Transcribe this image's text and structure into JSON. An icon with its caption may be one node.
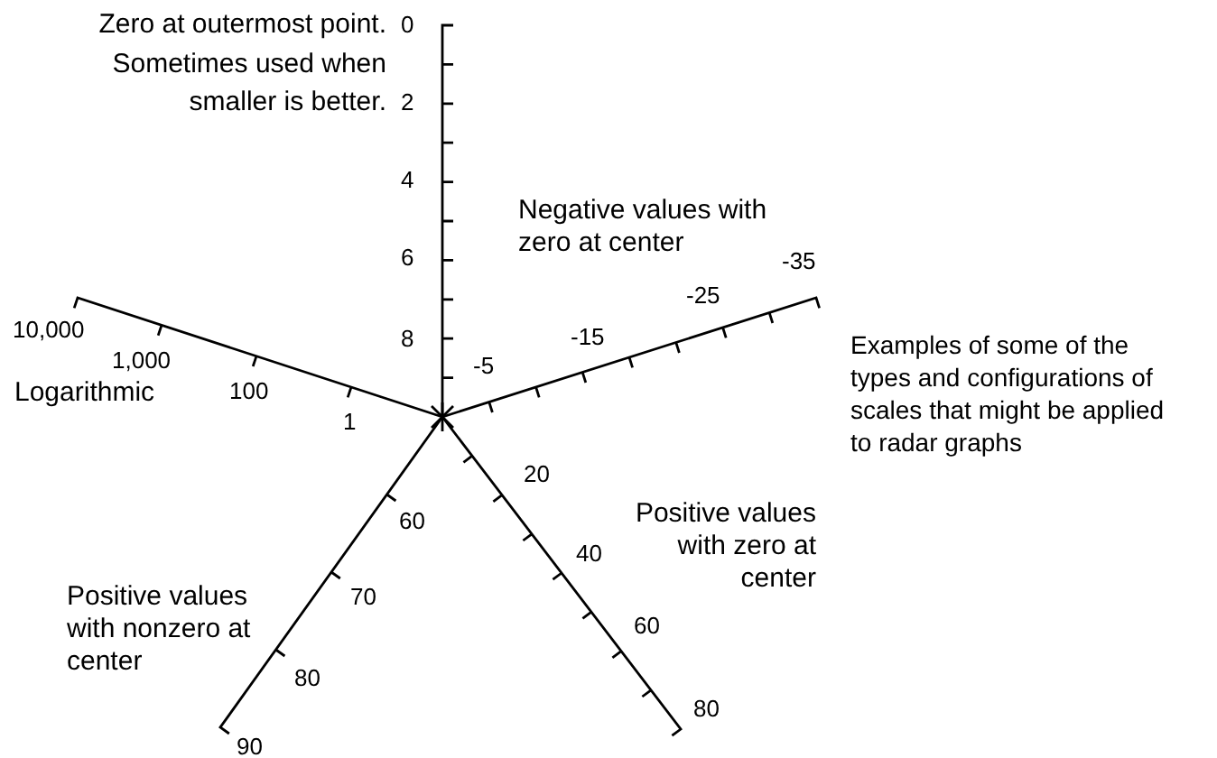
{
  "diagram": {
    "labels": [
      "Zero at outermost point. Sometimes used when smaller is better.",
      "0",
      "2",
      "4",
      "6",
      "Negative values with zero at center",
      "-35",
      "-25",
      "10,000",
      "8",
      "-15",
      "Examples of some of the types and configurations of scales that might be applied to radar graphs",
      "1,000",
      "-5",
      "Logarithmic",
      "100",
      "1",
      "20",
      "Positive values with zero at center",
      "60",
      "40",
      "Positive values with nonzero at center",
      "70",
      "60",
      "80",
      "80",
      "90"
    ]
  }
}
